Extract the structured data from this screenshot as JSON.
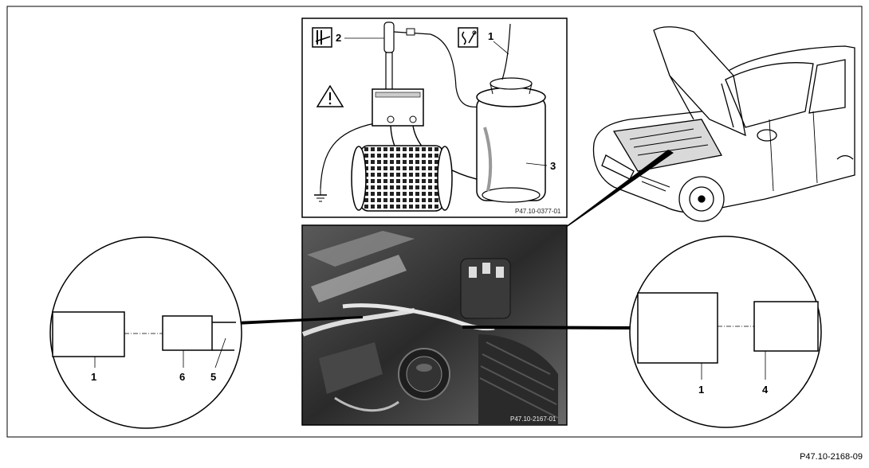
{
  "figure": {
    "document_ref": "P47.10-2168-09",
    "top_photo_ref": "P47.10-0377-01",
    "bottom_photo_ref": "P47.10-2167-01"
  },
  "callouts": {
    "top": {
      "c1": "1",
      "c2": "2",
      "c3": "3"
    },
    "left": {
      "c1": "1",
      "c6": "6",
      "c5": "5"
    },
    "right": {
      "c1": "1",
      "c4": "4"
    }
  },
  "icons": {
    "top_left": "tool-symbol-icon",
    "top_right": "tester-symbol-icon",
    "warning": "warning-triangle-icon",
    "ground": "ground-icon"
  }
}
